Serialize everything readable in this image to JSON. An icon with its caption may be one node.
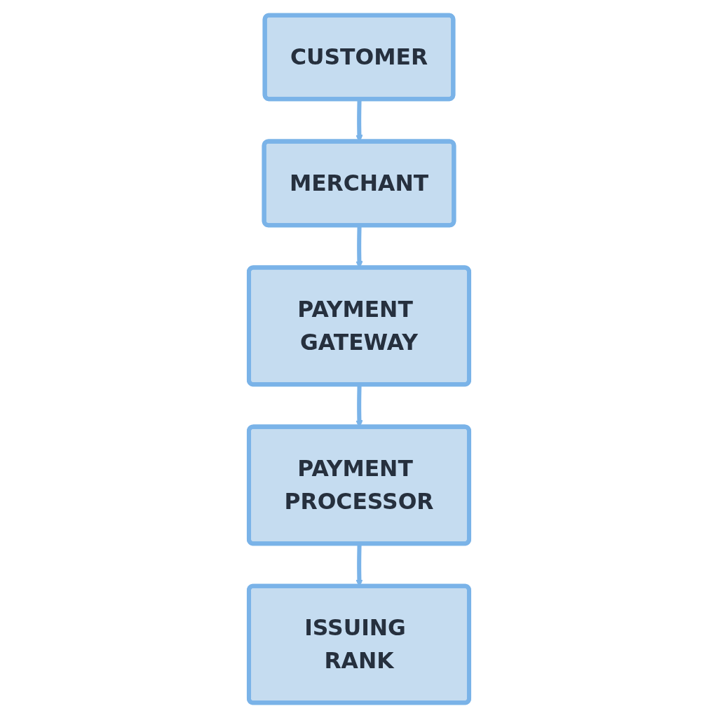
{
  "diagram": {
    "nodes": [
      {
        "text": [
          "CUSTOMER"
        ]
      },
      {
        "text": [
          "MERCHANT"
        ]
      },
      {
        "text": [
          "PAYMENT GATEWAY"
        ]
      },
      {
        "text": [
          "PAYMENT PROCESSOR"
        ]
      },
      {
        "text": [
          "ISSUING RANK"
        ]
      }
    ],
    "edges": [
      {
        "from": 0,
        "to": 1,
        "arrow": "to"
      },
      {
        "from": 1,
        "to": 2,
        "arrow": "to"
      },
      {
        "from": 2,
        "to": 3,
        "arrow": "to"
      },
      {
        "from": 3,
        "to": 4,
        "arrow": "to"
      }
    ]
  }
}
